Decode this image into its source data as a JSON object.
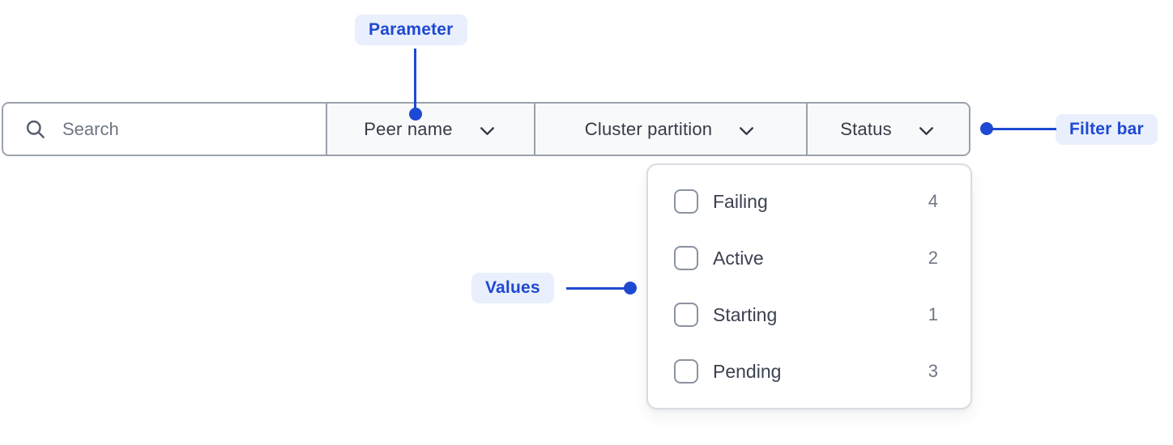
{
  "annotations": {
    "parameter_label": "Parameter",
    "filter_bar_label": "Filter bar",
    "values_label": "Values"
  },
  "filter_bar": {
    "search": {
      "placeholder": "Search"
    },
    "dropdowns": [
      {
        "label": "Peer name"
      },
      {
        "label": "Cluster partition"
      },
      {
        "label": "Status"
      }
    ]
  },
  "status_dropdown": {
    "options": [
      {
        "label": "Failing",
        "count": "4",
        "checked": false
      },
      {
        "label": "Active",
        "count": "2",
        "checked": false
      },
      {
        "label": "Starting",
        "count": "1",
        "checked": false
      },
      {
        "label": "Pending",
        "count": "3",
        "checked": false
      }
    ]
  },
  "icons": {
    "search": "search-icon",
    "chevron": "chevron-down-icon"
  },
  "colors": {
    "annotation_accent": "#1e49d2",
    "annotation_badge_bg": "#e9effc",
    "bar_border": "#9aa1ac",
    "dropdown_section_bg": "#f8f9fa",
    "panel_border": "#d9dce2",
    "text_primary": "#343b46",
    "text_secondary": "#6e7685",
    "checkbox_border": "#8b92a0"
  }
}
